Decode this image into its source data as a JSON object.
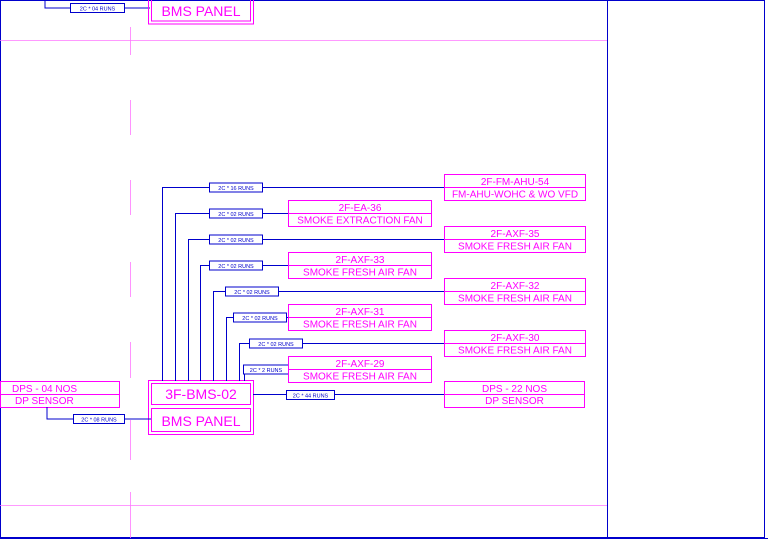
{
  "colors": {
    "wire": "#0000cc",
    "device": "#ff00ff",
    "frame": "#0000cc",
    "grid_line": "#ff77ff"
  },
  "top_fragment": {
    "cable": "2C * 04 RUNS",
    "panel_label": "BMS PANEL"
  },
  "main_panel": {
    "id": "3F-BMS-02",
    "label": "BMS PANEL"
  },
  "left_device": {
    "line1": "DPS - 04 NOS",
    "line2": "DP SENSOR",
    "cable": "2C * 08 RUNS"
  },
  "right_devices": [
    {
      "tag": "2F-FM-AHU-54",
      "desc": "FM-AHU-WOHC & WO VFD",
      "cable": "2C * 16 RUNS"
    },
    {
      "tag": "2F-EA-36",
      "desc": "SMOKE EXTRACTION FAN",
      "cable": "2C * 02 RUNS"
    },
    {
      "tag": "2F-AXF-35",
      "desc": "SMOKE FRESH AIR FAN",
      "cable": "2C * 02 RUNS"
    },
    {
      "tag": "2F-AXF-33",
      "desc": "SMOKE FRESH AIR FAN",
      "cable": "2C * 02 RUNS"
    },
    {
      "tag": "2F-AXF-32",
      "desc": "SMOKE FRESH AIR FAN",
      "cable": "2C * 02 RUNS"
    },
    {
      "tag": "2F-AXF-31",
      "desc": "SMOKE FRESH AIR FAN",
      "cable": "2C * 02 RUNS"
    },
    {
      "tag": "2F-AXF-30",
      "desc": "SMOKE FRESH AIR FAN",
      "cable": "2C * 02 RUNS"
    },
    {
      "tag": "2F-AXF-29",
      "desc": "SMOKE FRESH AIR FAN",
      "cable": "2C * 2 RUNS"
    }
  ],
  "sensor_device": {
    "line1": "DPS - 22 NOS",
    "line2": "DP SENSOR",
    "cable": "2C * 44 RUNS"
  }
}
